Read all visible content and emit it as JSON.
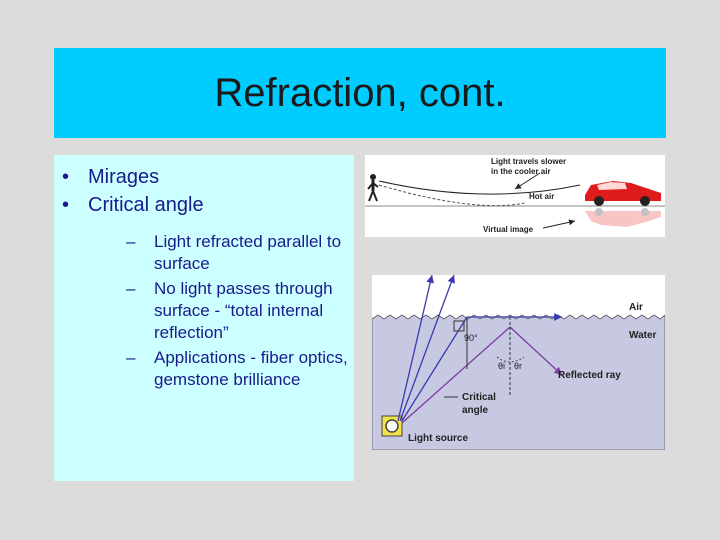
{
  "slide": {
    "title": "Refraction, cont.",
    "bullets": [
      {
        "text": "Mirages",
        "subitems": []
      },
      {
        "text": "Critical angle",
        "subitems": [
          "Light refracted parallel to surface",
          "No light passes through surface - “total internal reflection”",
          "Applications - fiber optics, gemstone brilliance"
        ]
      }
    ]
  },
  "mirage_figure": {
    "label_slower_line1": "Light travels slower",
    "label_slower_line2": "in the cooler air",
    "label_hot_air": "Hot air",
    "label_virtual_image": "Virtual image"
  },
  "refraction_figure": {
    "label_air": "Air",
    "label_water": "Water",
    "label_reflected_ray": "Reflected ray",
    "label_critical_line1": "Critical",
    "label_critical_line2": "angle",
    "label_light_source": "Light source",
    "label_angle_90": "90°",
    "label_theta_i": "θi",
    "label_theta_r": "θr"
  },
  "colors": {
    "title_band": "#00ccff",
    "content_box": "#ccffff",
    "bullet_text": "#1a1a8c",
    "water": "#c7c8e2",
    "ray_purple": "#7b3fa0",
    "ray_blue": "#3a3ab0",
    "car_red": "#e01b1b"
  }
}
